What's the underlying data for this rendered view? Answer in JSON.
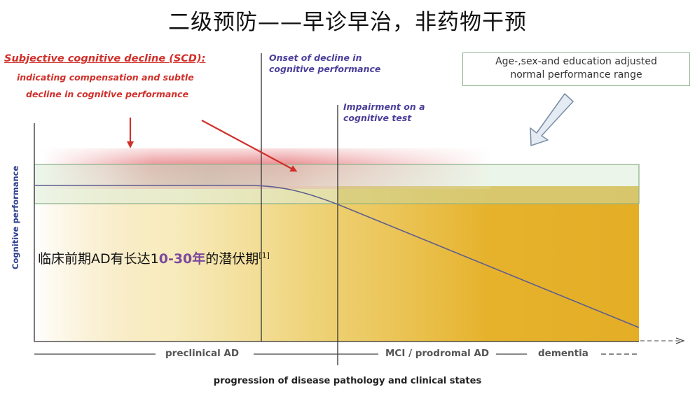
{
  "title": "二级预防——早诊早治，非药物干预",
  "scd": {
    "title": "Subjective cognitive decline (SCD):",
    "line1": "indicating compensation and subtle",
    "line2": "decline in cognitive performance"
  },
  "notes": {
    "onset_line1": "Onset of decline in",
    "onset_line2": "cognitive performance",
    "impairment_line1": "Impairment on a",
    "impairment_line2": "cognitive test",
    "normal_range_line1": "Age-,sex-and education adjusted",
    "normal_range_line2": "normal performance range"
  },
  "axes": {
    "y_label": "Cognitive performance",
    "x_caption": "progression of disease pathology and clinical states"
  },
  "stages": {
    "preclinical": "preclinical AD",
    "mci": "MCI / prodromal AD",
    "dementia": "dementia"
  },
  "latency": {
    "prefix": "临床前期AD有长达1",
    "highlight": "0-30年",
    "suffix": "的潜伏期",
    "ref": "[1]"
  },
  "colors": {
    "title_red": "#d0302a",
    "note_blue": "#4b3f9a",
    "band_green": "#dcecd7",
    "band_border": "#8fb48f",
    "fill_orange": "#e6b22c",
    "curve": "#5e5e8e"
  }
}
